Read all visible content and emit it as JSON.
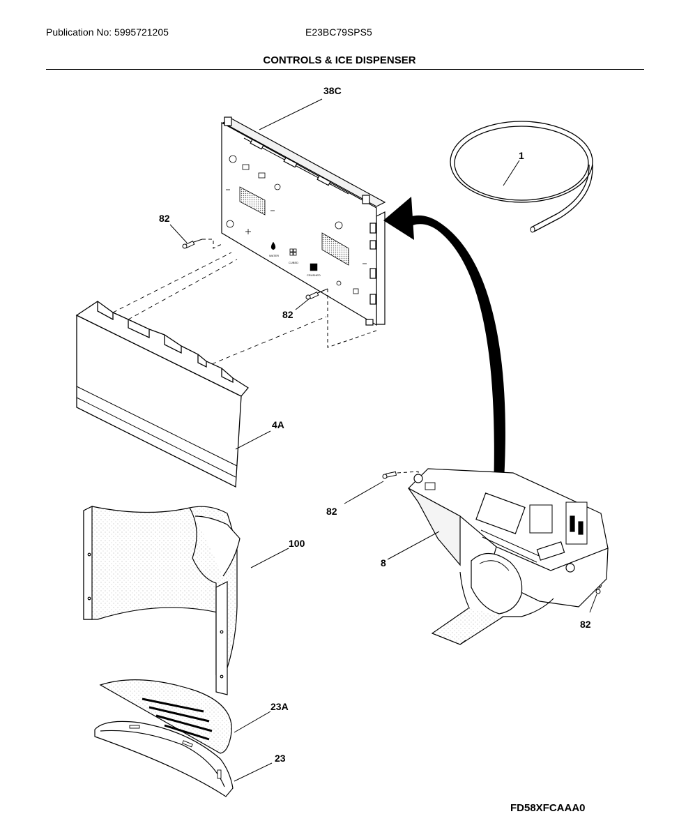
{
  "header": {
    "publication": "Publication No: 5995721205",
    "model": "E23BC79SPS5",
    "title": "CONTROLS & ICE DISPENSER"
  },
  "labels": {
    "control_board": "38C",
    "tubing": "1",
    "screw_top_left": "82",
    "screw_mid": "82",
    "cover": "4A",
    "screw_dispenser_left": "82",
    "housing": "8",
    "screw_dispenser_right": "82",
    "chute_door": "100",
    "grille": "23A",
    "drip_tray": "23"
  },
  "panel_text": {
    "water": "WATER",
    "cubed": "CUBED",
    "crushed": "CRUSHED"
  },
  "footer": {
    "code": "FD58XFCAAA0"
  }
}
